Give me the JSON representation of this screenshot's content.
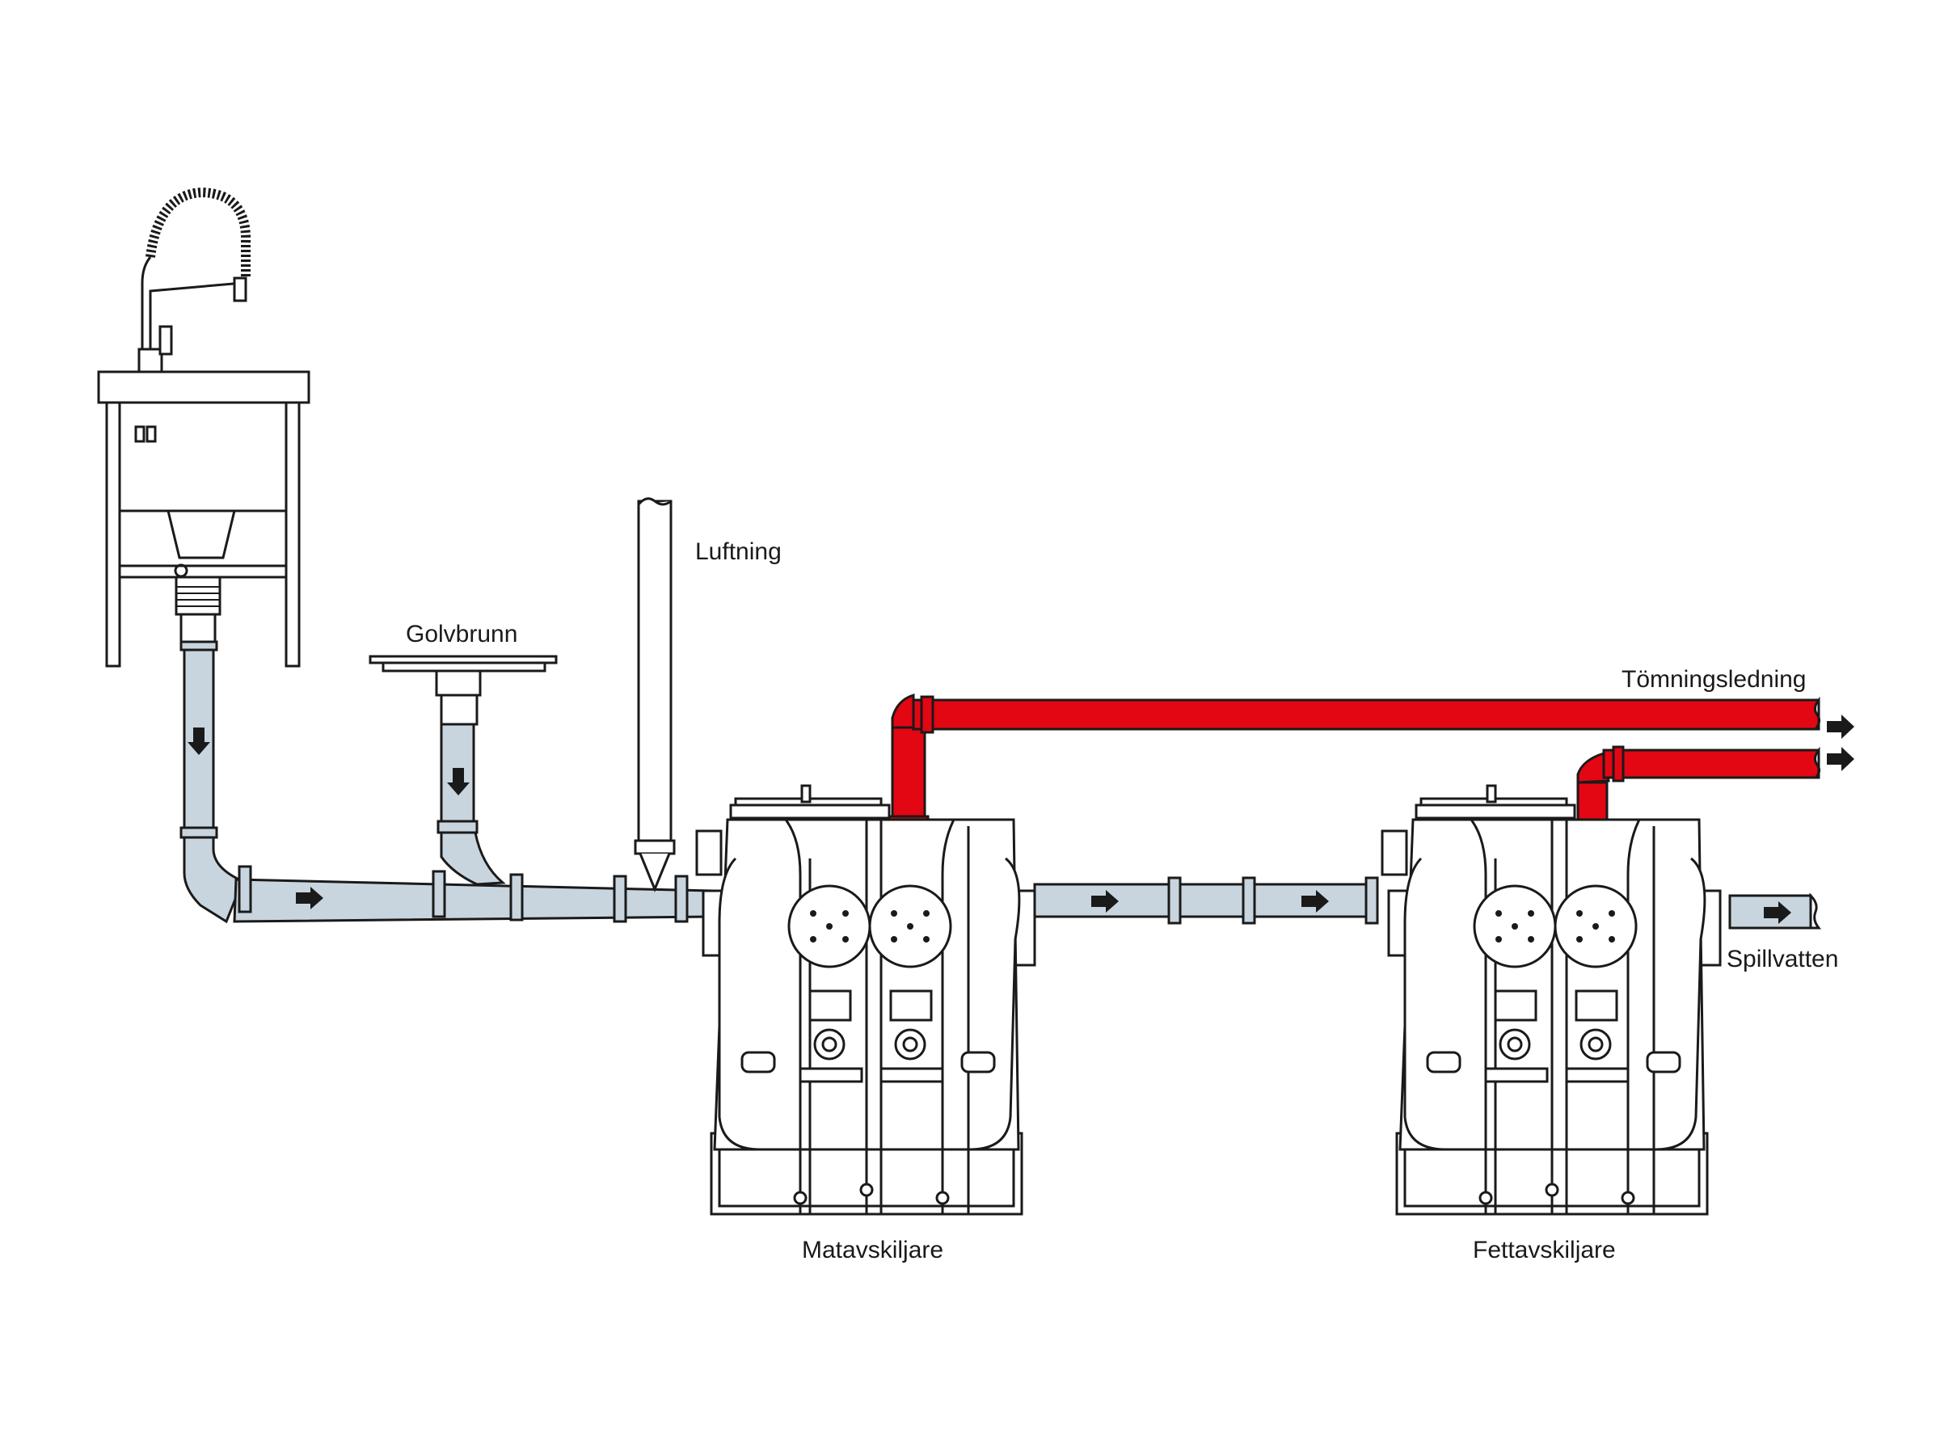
{
  "labels": {
    "vent": "Luftning",
    "floor_drain": "Golvbrunn",
    "emptying_line": "Tömningsledning",
    "waste_water": "Spillvatten",
    "food_separator": "Matavskiljare",
    "grease_separator": "Fettavskiljare"
  },
  "colors": {
    "gray_pipe": "#c9d5de",
    "red_pipe": "#e30613",
    "outline": "#1a1a1a"
  },
  "icons": {
    "flow_arrow": "flow-arrow-icon"
  }
}
